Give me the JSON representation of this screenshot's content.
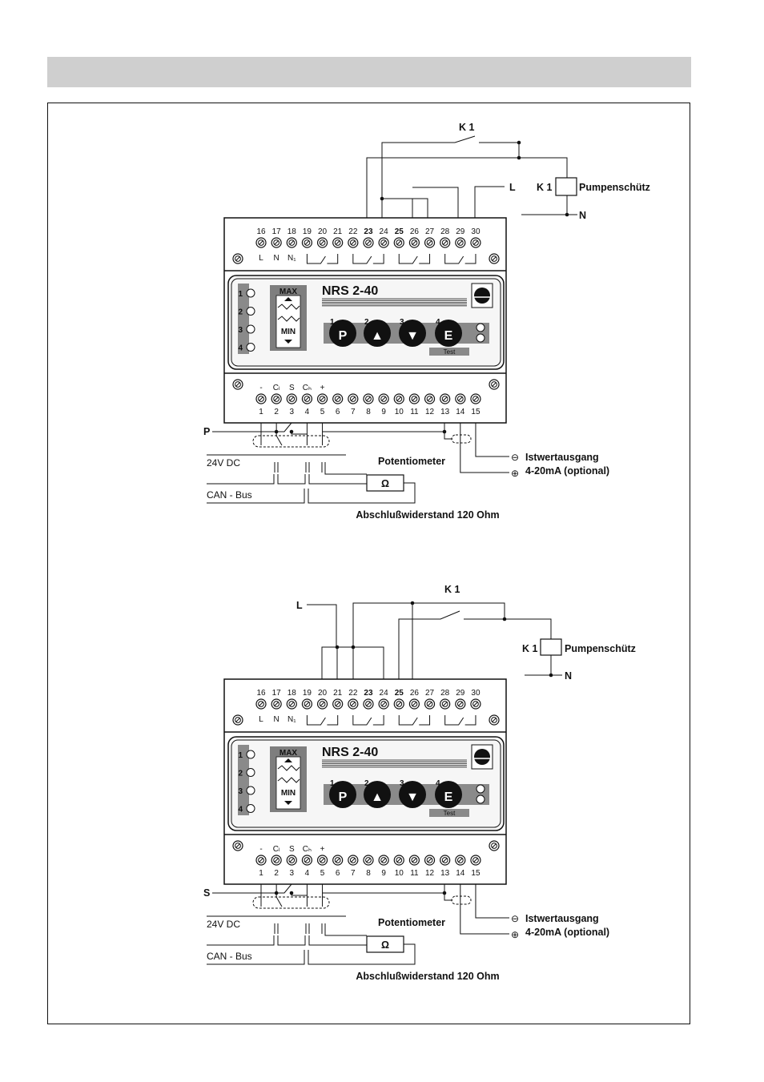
{
  "device_name": "NRS 2-40",
  "top_terminals": [
    "16",
    "17",
    "18",
    "19",
    "20",
    "21",
    "22",
    "23",
    "24",
    "25",
    "26",
    "27",
    "28",
    "29",
    "30"
  ],
  "top_terminal_labels": [
    "L",
    "N",
    "N₁"
  ],
  "bottom_terminals": [
    "1",
    "2",
    "3",
    "4",
    "5",
    "6",
    "7",
    "8",
    "9",
    "10",
    "11",
    "12",
    "13",
    "14",
    "15"
  ],
  "bottom_terminal_labels": [
    "-",
    "Cₗ",
    "S",
    "Cₕ",
    "+"
  ],
  "led_numbers": [
    "1",
    "2",
    "3",
    "4"
  ],
  "level_labels": {
    "max": "MAX",
    "min": "MIN"
  },
  "keys": [
    {
      "num": "1",
      "glyph": "P",
      "icon": "p-key-icon"
    },
    {
      "num": "2",
      "glyph": "▲",
      "icon": "up-arrow-icon"
    },
    {
      "num": "3",
      "glyph": "▼",
      "icon": "down-arrow-icon"
    },
    {
      "num": "4",
      "glyph": "E",
      "icon": "e-key-icon"
    }
  ],
  "test_label": "Test",
  "labels": {
    "k1": "K 1",
    "l": "L",
    "n": "N",
    "pumpenschuetz": "Pumpenschütz",
    "p_probe": "P",
    "s_probe": "S",
    "dc24": "24V DC",
    "canbus": "CAN - Bus",
    "potentiometer": "Potentiometer",
    "istwert": "Istwertausgang",
    "ma": "4-20mA (optional)",
    "abschluss": "Abschlußwiderstand 120 Ohm",
    "ohm": "Ω",
    "minus_sym": "⊖",
    "plus_sym": "⊕"
  }
}
